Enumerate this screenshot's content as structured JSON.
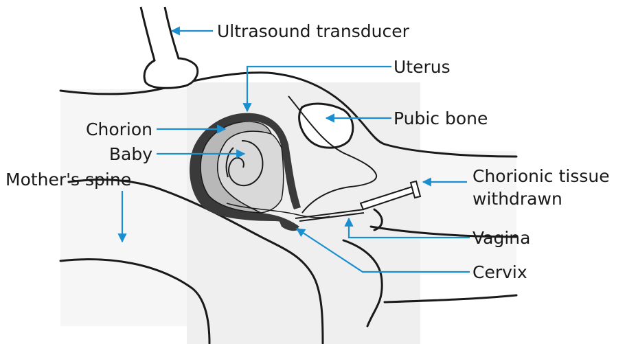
{
  "labels": {
    "transducer": "Ultrasound transducer",
    "uterus": "Uterus",
    "pubic_bone": "Pubic bone",
    "chorion": "Chorion",
    "baby": "Baby",
    "spine": "Mother's spine",
    "tissue_line1": "Chorionic tissue",
    "tissue_line2": "withdrawn",
    "vagina": "Vagina",
    "cervix": "Cervix"
  },
  "colors": {
    "arrow": "#1a8fd0",
    "outline": "#1a1a1a",
    "uterus_wall": "#3a3a3a",
    "chorion_fill": "#b8b8b8",
    "baby_fill": "#d9d9d9",
    "body_shade": "#efefef"
  }
}
